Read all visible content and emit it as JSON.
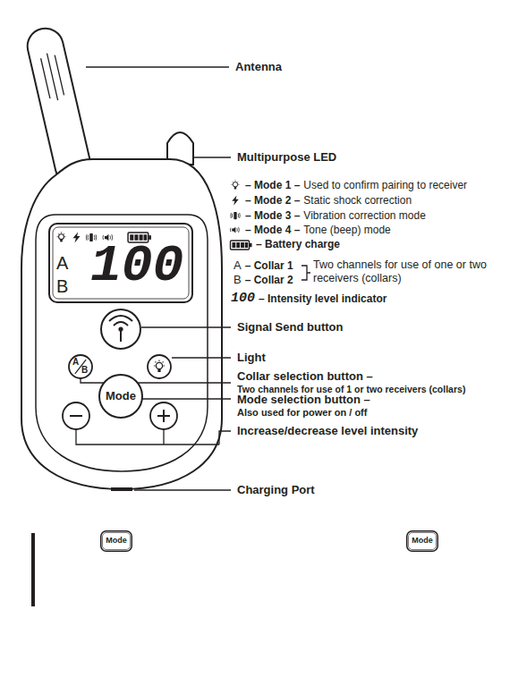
{
  "diagram": {
    "nodes": [
      {
        "text": [
          "A",
          "B",
          "100"
        ]
      },
      {
        "text": [
          "A",
          "B"
        ]
      },
      {
        "text": [
          "Mode"
        ]
      },
      {
        "text": [
          "Mode"
        ]
      },
      {
        "text": [
          "Mode"
        ]
      }
    ],
    "labels": [
      "Antenna",
      "Multipurpose LED",
      "– Mode 1 –",
      "Used to confirm pairing to receiver",
      "– Mode 2 –",
      "Static shock correction",
      "– Mode 3 –",
      "Vibration correction mode",
      "– Mode 4 –",
      "Tone (beep) mode",
      "– Battery charge",
      "A",
      "– Collar 1",
      "B",
      "– Collar 2",
      "Two channels for use of one or two receivers (collars)",
      "100",
      "– Intensity level indicator",
      "Signal Send button",
      "Light",
      "Collar selection button –",
      "Two channels for use of 1 or two receivers (collars)",
      "Mode selection button –",
      "Also used for power on / off",
      "Increase/decrease level intensity",
      "Charging Port"
    ]
  }
}
